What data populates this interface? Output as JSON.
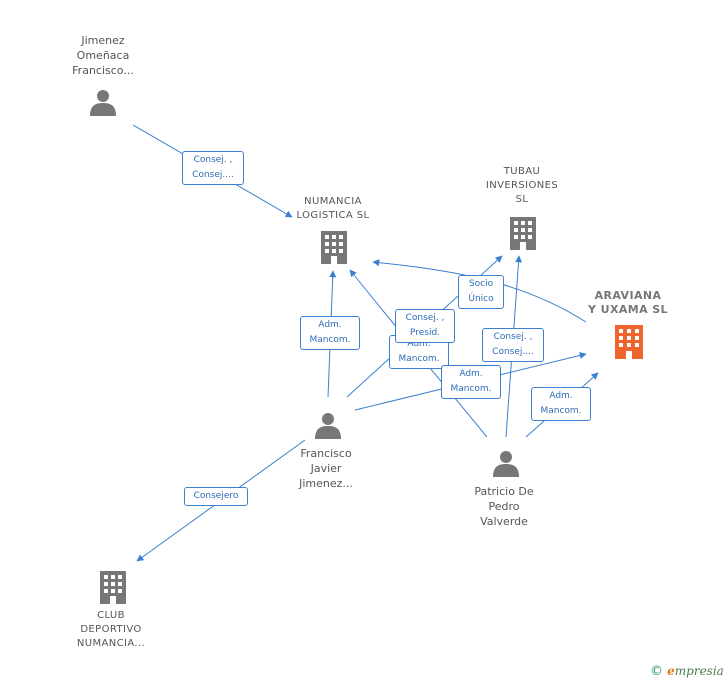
{
  "nodes": {
    "jimenez_omenaca": {
      "label": [
        "Jimenez",
        "Omeñaca",
        "Francisco..."
      ],
      "kind": "person"
    },
    "numancia_logistica": {
      "label": [
        "NUMANCIA",
        "LOGISTICA  SL"
      ],
      "kind": "company"
    },
    "tubau_inversiones": {
      "label": [
        "TUBAU",
        "INVERSIONES",
        "SL"
      ],
      "kind": "company"
    },
    "araviana": {
      "label": [
        "ARAVIANA",
        "Y UXAMA  SL"
      ],
      "kind": "company-highlight"
    },
    "francisco_javier": {
      "label": [
        "Francisco",
        "Javier",
        "Jimenez..."
      ],
      "kind": "person"
    },
    "patricio": {
      "label": [
        "Patricio De",
        "Pedro",
        "Valverde"
      ],
      "kind": "person"
    },
    "club_deportivo": {
      "label": [
        "CLUB",
        "DEPORTIVO",
        "NUMANCIA..."
      ],
      "kind": "company"
    }
  },
  "edges": {
    "e1": [
      "Consej. ,",
      "Consej...."
    ],
    "e2": [
      "Adm.",
      "Mancom."
    ],
    "e3": [
      "Consej. ,",
      "Presid."
    ],
    "e4": [
      "Adm.",
      "Mancom."
    ],
    "e5": [
      "Socio",
      "Único"
    ],
    "e6": [
      "Consej. ,",
      "Consej...."
    ],
    "e7": [
      "Adm.",
      "Mancom."
    ],
    "e8": [
      "Adm.",
      "Mancom."
    ],
    "e9": [
      "Consejero"
    ]
  },
  "footer": {
    "copyright": "©",
    "brand_e": "e",
    "brand_rest": "mpresia"
  },
  "colors": {
    "edge": "#3a7fd0",
    "icon": "#777777",
    "highlight": "#f0642e"
  }
}
